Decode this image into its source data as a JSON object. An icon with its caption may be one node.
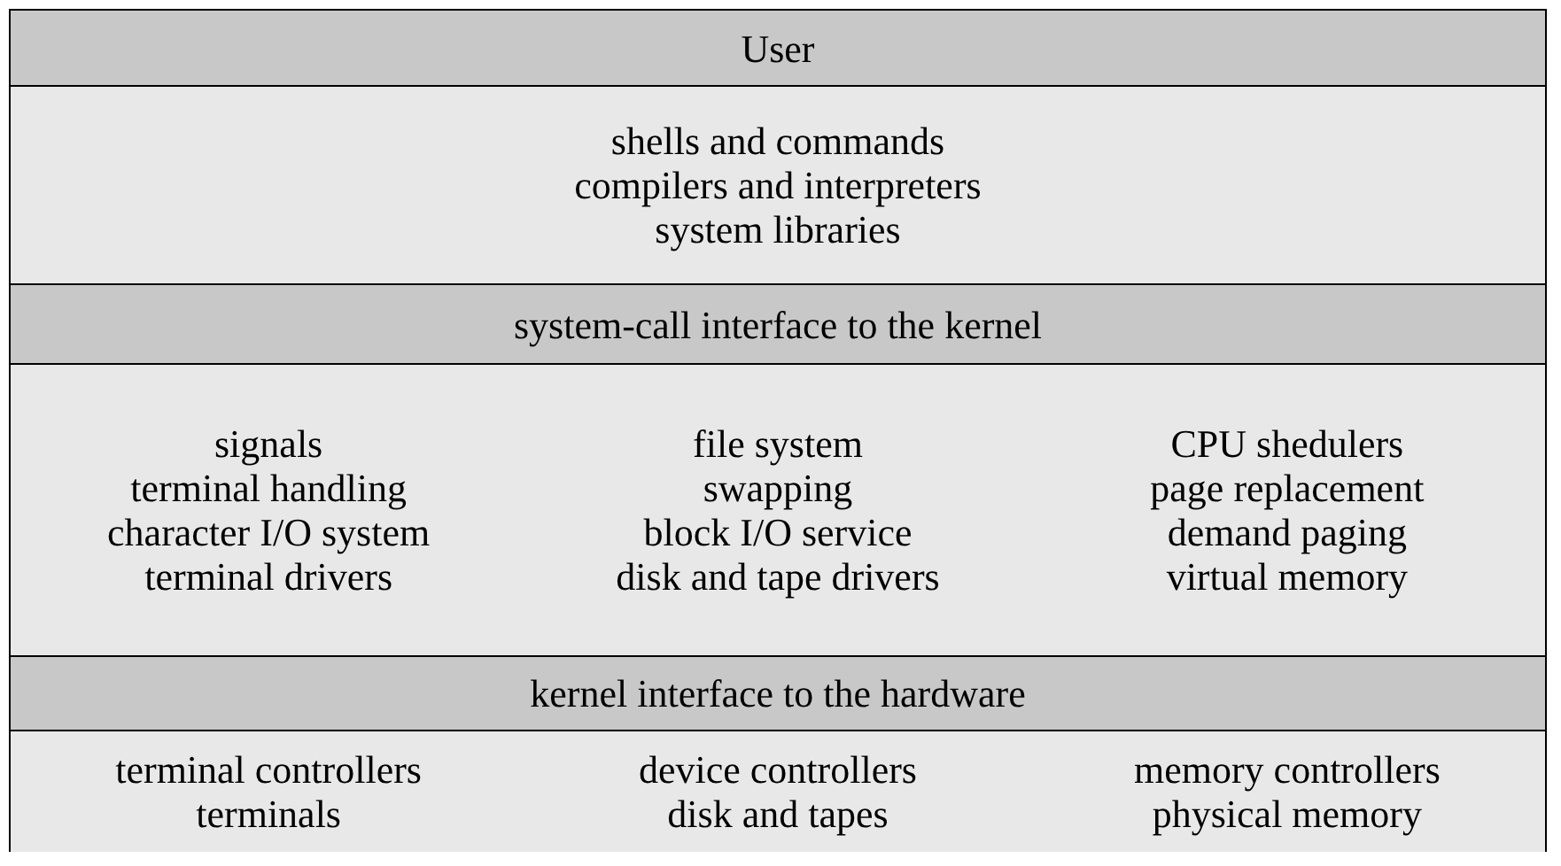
{
  "diagram": {
    "nodes": [
      {
        "text": [
          "User"
        ]
      },
      {
        "text": [
          "shells and commands",
          "compilers and interpreters",
          "system libraries"
        ]
      },
      {
        "text": [
          "system-call interface to the kernel"
        ]
      },
      {
        "text": [
          "signals",
          "terminal handling",
          "character I/O system",
          "terminal drivers",
          "file system",
          "swapping",
          "block I/O service",
          "disk and tape drivers",
          "CPU shedulers",
          "page replacement",
          "demand paging",
          "virtual memory"
        ]
      },
      {
        "text": [
          "kernel interface to the hardware"
        ]
      },
      {
        "text": [
          "terminal controllers",
          "terminals",
          "device controllers",
          "disk and tapes",
          "memory controllers",
          "physical memory"
        ]
      }
    ]
  }
}
